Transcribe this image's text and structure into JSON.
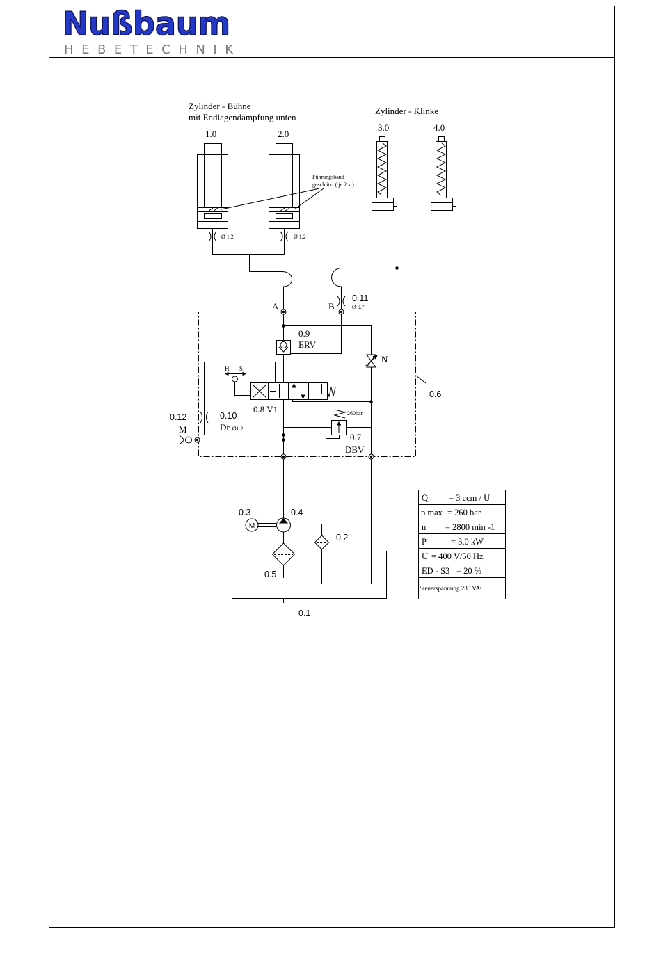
{
  "header": {
    "logo_text": "Nußbaum",
    "logo_subtext": "HEBETECHNIK"
  },
  "colors": {
    "logo_blue": "#2439c8",
    "logo_outline": "#0e1460",
    "subtext_grey": "#7a7a7a",
    "line": "#000000"
  },
  "cylinders_platform": {
    "title": "Zylinder - Bühne",
    "subtitle": "mit Endlagendämpfung unten",
    "cylinder_1": "1.0",
    "cylinder_2": "2.0",
    "guide_band_line1": "Führungsband",
    "guide_band_line2": "geschlitzt ( je 2 x )",
    "throttle_1": "Ø 1.2",
    "throttle_2": "Ø 1.2"
  },
  "cylinders_latch": {
    "title": "Zylinder - Klinke",
    "cylinder_3": "3.0",
    "cylinder_4": "4.0"
  },
  "ports": {
    "a": "A",
    "b": "B",
    "m": "M"
  },
  "throttle_b": {
    "id": "0.11",
    "diameter": "Ø 0.7"
  },
  "check_valve": {
    "id": "0.9",
    "name": "ERV"
  },
  "lowering_valve": {
    "name": "N"
  },
  "directional_valve": {
    "label": "0.8 V1",
    "pos_h": "H",
    "pos_s": "S"
  },
  "pressure_relief_valve": {
    "setting": "260bar",
    "id": "0.7",
    "name": "DBV"
  },
  "gauge_check": {
    "id": "0.12"
  },
  "throttle_dr": {
    "id": "0.10",
    "name": "Dr",
    "diameter": "Ø1.2"
  },
  "power_unit": {
    "id": "0.6"
  },
  "motor": {
    "id": "0.3",
    "symbol": "M"
  },
  "pump": {
    "id": "0.4"
  },
  "return_filter": {
    "id": "0.2"
  },
  "suction_filter": {
    "id": "0.5"
  },
  "tank": {
    "id": "0.1"
  },
  "spec_table": {
    "rows": [
      {
        "label": "Q",
        "value": "= 3 ccm / U"
      },
      {
        "label": "p max",
        "value": "= 260 bar"
      },
      {
        "label": "n",
        "value": "= 2800 min -1"
      },
      {
        "label": "P",
        "value": "= 3,0 kW"
      },
      {
        "label": "U",
        "value": "= 400 V/50 Hz"
      },
      {
        "label": "ED - S3",
        "value": "= 20 %"
      }
    ],
    "control_voltage": "Steuerspannung 230 VAC"
  }
}
